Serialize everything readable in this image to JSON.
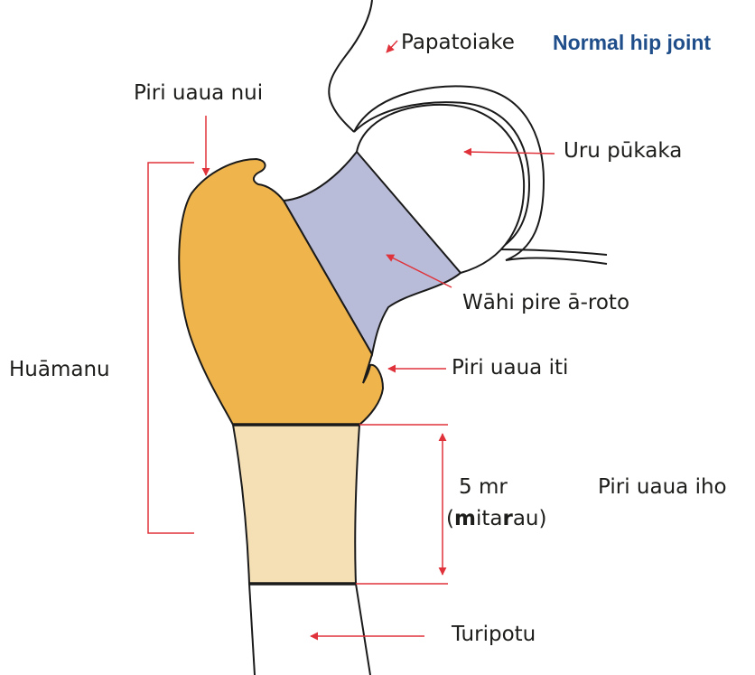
{
  "title": "Normal hip joint",
  "labels": {
    "pelvis": "Papatoiake",
    "greater_trochanter": "Piri uaua nui",
    "femoral_head": "Uru pūkaka",
    "neck": "Wāhi pire ā-roto",
    "lesser_trochanter": "Piri uaua iti",
    "proximal_femur": "Huāmanu",
    "subtrochanteric": "Piri uaua iho",
    "measure_value": "5 mr",
    "unit_open": "(",
    "unit_m": "m",
    "unit_ita": "ita",
    "unit_r": "r",
    "unit_au": "au)",
    "shaft": "Turipotu"
  },
  "colors": {
    "trochanter": "#efb44c",
    "neck": "#b9bcd8",
    "subtrochanteric": "#f5dfb4",
    "shaft": "#ffffff",
    "outline": "#1a1a1a",
    "arrow": "#e0323a",
    "title": "#1f4e8a"
  }
}
